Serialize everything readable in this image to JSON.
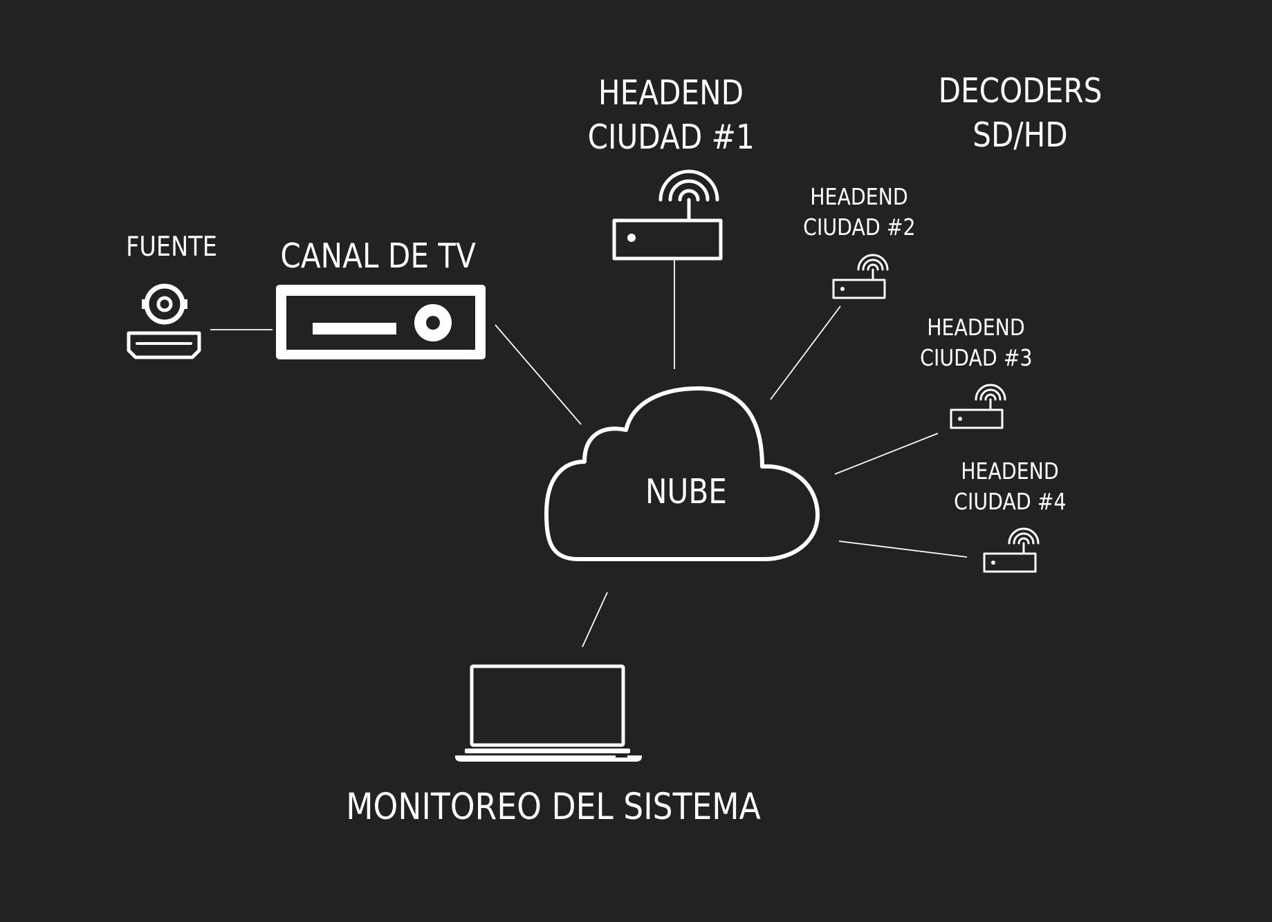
{
  "background_color": "#222222",
  "foreground_color": "#ffffff",
  "nodes": {
    "fuente": {
      "label": "FUENTE",
      "icon": "hdmi-coax-connector-icon"
    },
    "canal_tv": {
      "label": "CANAL DE TV",
      "icon": "set-top-box-icon"
    },
    "nube": {
      "label": "NUBE",
      "icon": "cloud-icon"
    },
    "headend_1": {
      "line1": "HEADEND",
      "line2": "CIUDAD #1",
      "icon": "router-icon"
    },
    "decoders": {
      "line1": "DECODERS",
      "line2": "SD/HD"
    },
    "headend_2": {
      "line1": "HEADEND",
      "line2": "CIUDAD #2",
      "icon": "router-icon"
    },
    "headend_3": {
      "line1": "HEADEND",
      "line2": "CIUDAD #3",
      "icon": "router-icon"
    },
    "headend_4": {
      "line1": "HEADEND",
      "line2": "CIUDAD #4",
      "icon": "router-icon"
    },
    "monitoreo": {
      "label": "MONITOREO DEL SISTEMA",
      "icon": "laptop-icon"
    }
  },
  "connections": [
    [
      "fuente",
      "canal_tv"
    ],
    [
      "canal_tv",
      "nube"
    ],
    [
      "headend_1",
      "nube"
    ],
    [
      "headend_2",
      "nube"
    ],
    [
      "headend_3",
      "nube"
    ],
    [
      "headend_4",
      "nube"
    ],
    [
      "nube",
      "monitoreo"
    ]
  ]
}
